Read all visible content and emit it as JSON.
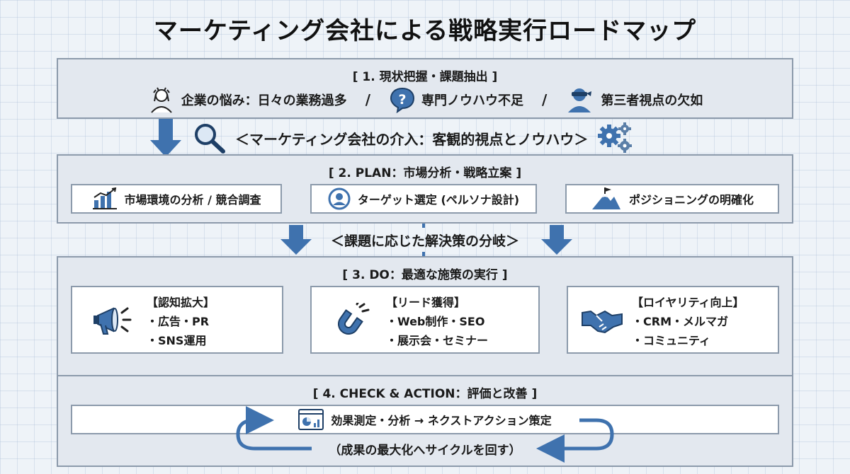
{
  "title": "マーケティング会社による戦略実行ロードマップ",
  "colors": {
    "accent": "#3f72ae",
    "section_bg": "#e3e8ef",
    "border": "#8c9aab"
  },
  "step1": {
    "heading": "[ 1. 現状把握・課題抽出 ]",
    "issues": [
      {
        "icon": "stressed-person-icon",
        "label": "企業の悩み：日々の業務過多"
      },
      {
        "icon": "question-icon",
        "label": "専門ノウハウ不足"
      },
      {
        "icon": "blindfolded-person-icon",
        "label": "第三者視点の欠如"
      }
    ],
    "separator": "/"
  },
  "intervention": {
    "label": "＜マーケティング会社の介入：客観的視点とノウハウ＞",
    "icons": [
      "magnifier-icon",
      "gears-icon"
    ]
  },
  "step2": {
    "heading": "[ 2. PLAN：市場分析・戦略立案 ]",
    "boxes": [
      {
        "icon": "bar-chart-icon",
        "label": "市場環境の分析 / 競合調査"
      },
      {
        "icon": "target-user-icon",
        "label": "ターゲット選定 (ペルソナ設計)"
      },
      {
        "icon": "mountain-flag-icon",
        "label": "ポジショニングの明確化"
      }
    ]
  },
  "branch_label": "＜課題に応じた解決策の分岐＞",
  "step3": {
    "heading": "[ 3. DO：最適な施策の実行 ]",
    "boxes": [
      {
        "icon": "megaphone-icon",
        "title": "【認知拡大】",
        "items": [
          "・広告・PR",
          "・SNS運用"
        ]
      },
      {
        "icon": "magnet-icon",
        "title": "【リード獲得】",
        "items": [
          "・Web制作・SEO",
          "・展示会・セミナー"
        ]
      },
      {
        "icon": "handshake-icon",
        "title": "【ロイヤリティ向上】",
        "items": [
          "・CRM・メルマガ",
          "・コミュニティ"
        ]
      }
    ]
  },
  "step4": {
    "heading": "[ 4. CHECK & ACTION：評価と改善 ]",
    "action": {
      "icon": "dashboard-icon",
      "label": "効果測定・分析 → ネクストアクション策定"
    },
    "cycle_label": "（成果の最大化へサイクルを回す）"
  }
}
